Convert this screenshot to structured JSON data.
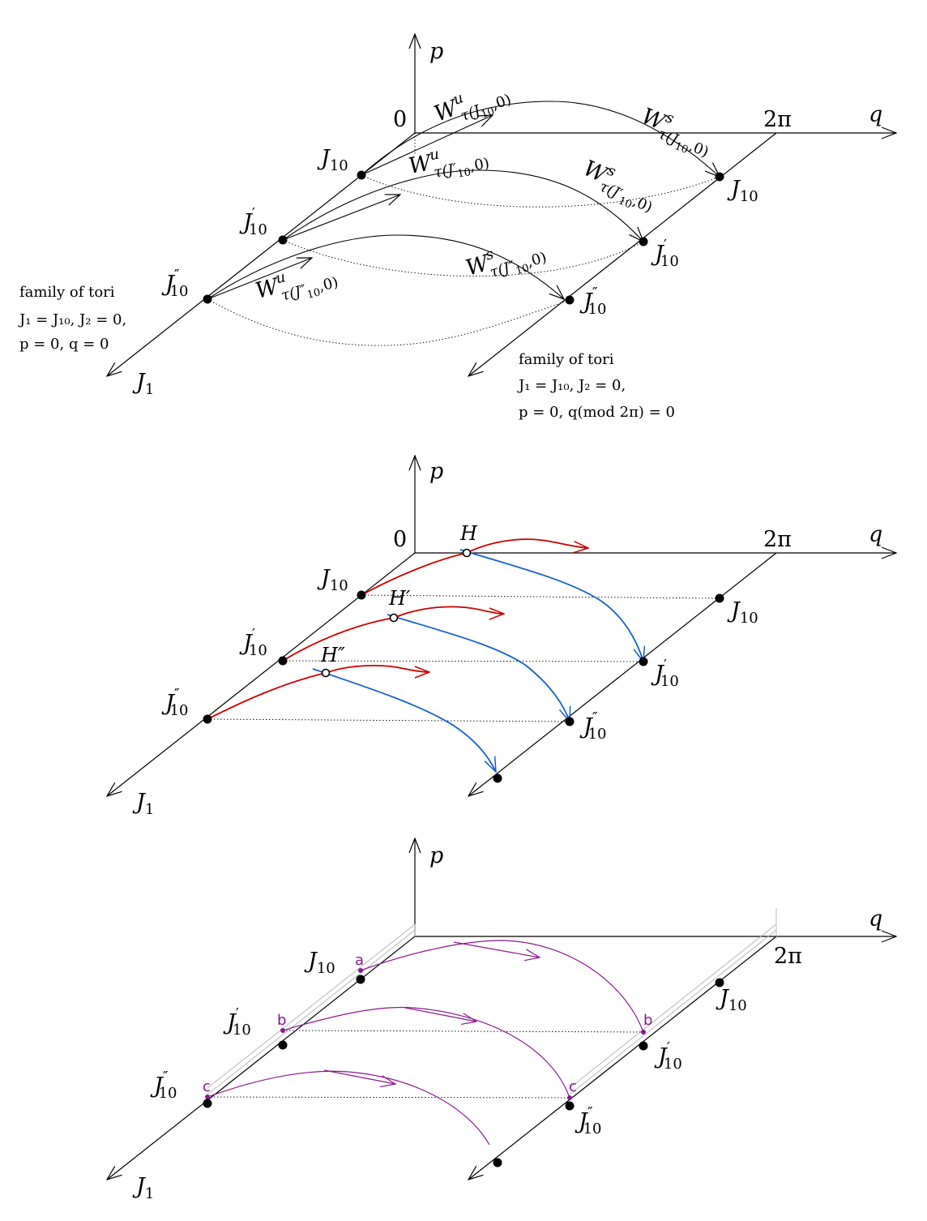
{
  "colors": {
    "unstable_red": "#cc0000",
    "stable_blue": "#1560cc",
    "purple": "#8b1a8b"
  },
  "axes": {
    "p": "p",
    "q": "q",
    "j1": "J",
    "j1_sub": "1",
    "zero": "0",
    "two_pi": "2π"
  },
  "points": {
    "j10": "J",
    "sub": "10",
    "prime": "′",
    "dprime": "″"
  },
  "panel1": {
    "wu_top": "W",
    "wu_sup": "u",
    "wu_top_sub": "τ(J",
    "wu_top_sub2": "10",
    "wu_top_sub3": ",0)",
    "wu_mid_sub": "τ(J′",
    "wu_bot_sub": "τ(J″",
    "ws": "W",
    "ws_sup": "s",
    "note_left_1": "family of tori",
    "note_left_2": "J₁ = J₁₀,  J₂ = 0,",
    "note_left_3": "p = 0,  q = 0",
    "note_right_1": "family of tori",
    "note_right_2": "J₁ = J₁₀,  J₂ = 0,",
    "note_right_3": "p = 0,  q(mod 2π) = 0"
  },
  "panel2": {
    "h": "H",
    "h1": "H′",
    "h2": "H″"
  },
  "panel3": {
    "a": "a",
    "b": "b",
    "c": "c"
  }
}
